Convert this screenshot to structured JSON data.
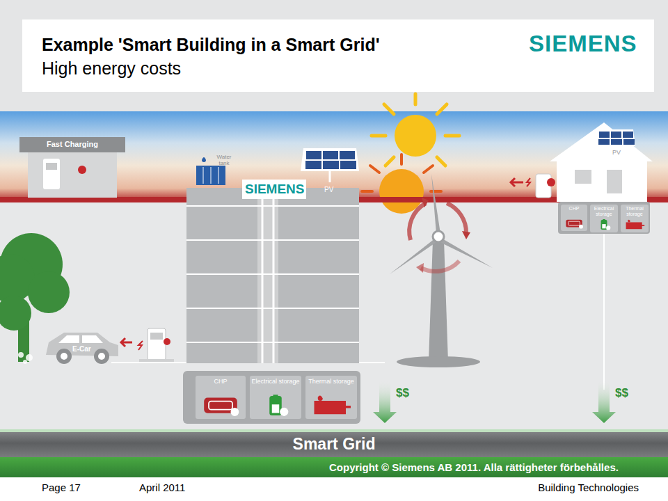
{
  "diagram": {
    "title": "Example 'Smart Building in a Smart Grid'",
    "nodes": [
      {
        "text": [
          "Fast Charging"
        ]
      },
      {
        "text": [
          "Water tank"
        ]
      },
      {
        "text": [
          "CHP"
        ]
      },
      {
        "text": [
          "Electrical storage"
        ]
      },
      {
        "text": [
          "Thermal storage"
        ]
      },
      {
        "text": [
          "CHP"
        ]
      },
      {
        "text": [
          "Electrical storage"
        ]
      },
      {
        "text": [
          "Thermal storage"
        ]
      },
      {
        "text": [
          "Smart Grid"
        ]
      }
    ],
    "labels": [
      "High energy costs",
      "SIEMENS",
      "SIEMENS",
      "PV",
      "PV",
      "E-Car",
      "$$",
      "$$",
      "Copyright © Siemens AB 2011. Alla rättigheter förbehålles.",
      "Page 17",
      "April 2011",
      "Building Technologies"
    ]
  }
}
